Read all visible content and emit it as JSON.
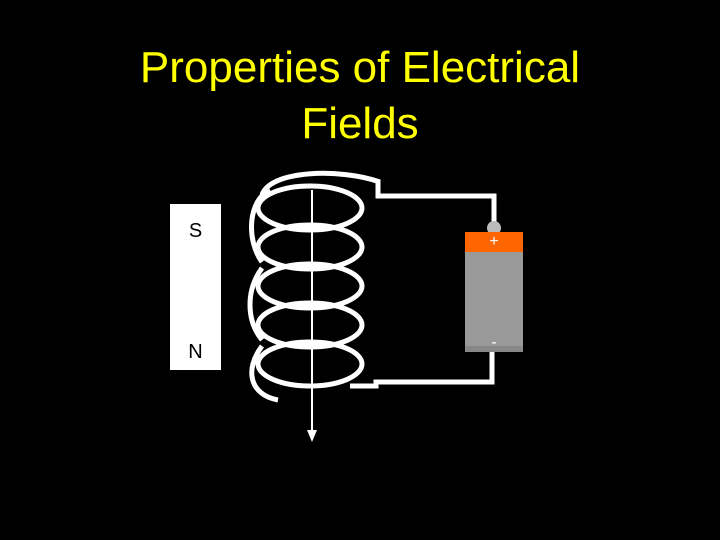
{
  "slide": {
    "title_line1": "Properties of Electrical",
    "title_line2": "Fields",
    "title_color": "#ffff00",
    "background_color": "#000000"
  },
  "magnet": {
    "south_label": "S",
    "north_label": "N",
    "color": "#ffffff"
  },
  "battery": {
    "positive_label": "+",
    "negative_label": "-",
    "cap_color": "#ff6600",
    "body_color": "#999999",
    "terminal_color": "#bbbbbb"
  },
  "coil": {
    "wire_color": "#ffffff",
    "loop_count": 5
  }
}
